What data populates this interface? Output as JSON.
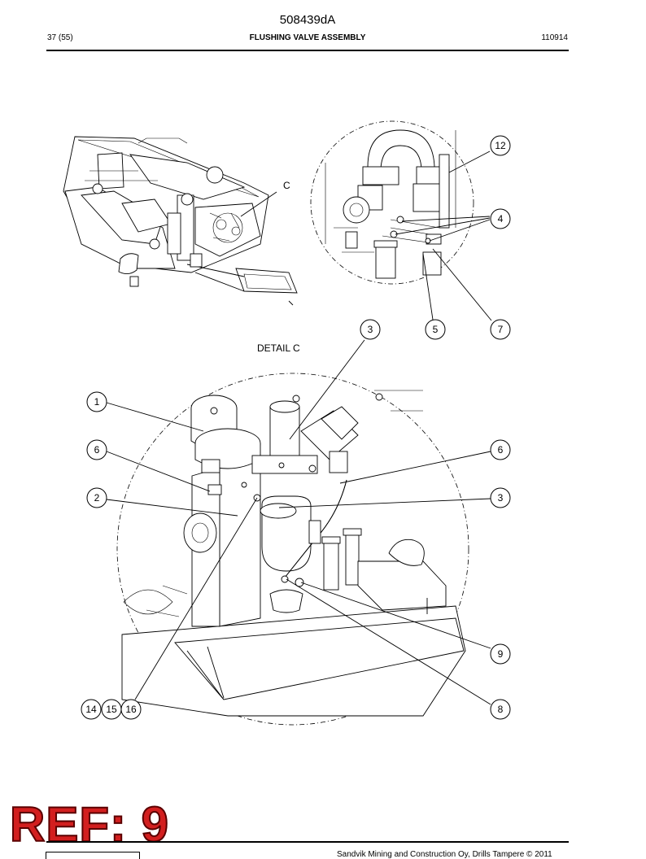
{
  "header": {
    "doc_number": "508439dA",
    "page_ref": "37 (55)",
    "section_title": "FLUSHING VALVE ASSEMBLY",
    "date_code": "110914"
  },
  "drawing": {
    "view_label": "C",
    "detail_label": "DETAIL C",
    "detail_inset_callouts": [
      "12",
      "4",
      "3",
      "5",
      "7"
    ],
    "detail_callouts": [
      "1",
      "6",
      "2",
      "6",
      "3",
      "9",
      "8",
      "14",
      "15",
      "16"
    ]
  },
  "stamp": {
    "text": "REF: 9",
    "color": "#d21f1f"
  },
  "footer": {
    "copyright": "Sandvik Mining and Construction Oy, Drills Tampere © 2011"
  }
}
